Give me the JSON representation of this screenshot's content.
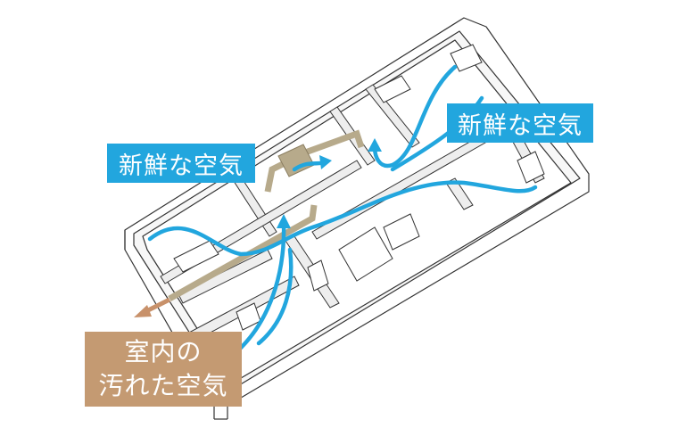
{
  "labels": {
    "fresh_air_left": "新鮮な空気",
    "fresh_air_right": "新鮮な空気",
    "dirty_air_line1": "室内の",
    "dirty_air_line2": "汚れた空気"
  },
  "colors": {
    "fresh_air": "#22a6de",
    "dirty_air_label": "#c49a72",
    "duct": "#b7aa8b",
    "exhaust_arrow": "#c8916a"
  }
}
